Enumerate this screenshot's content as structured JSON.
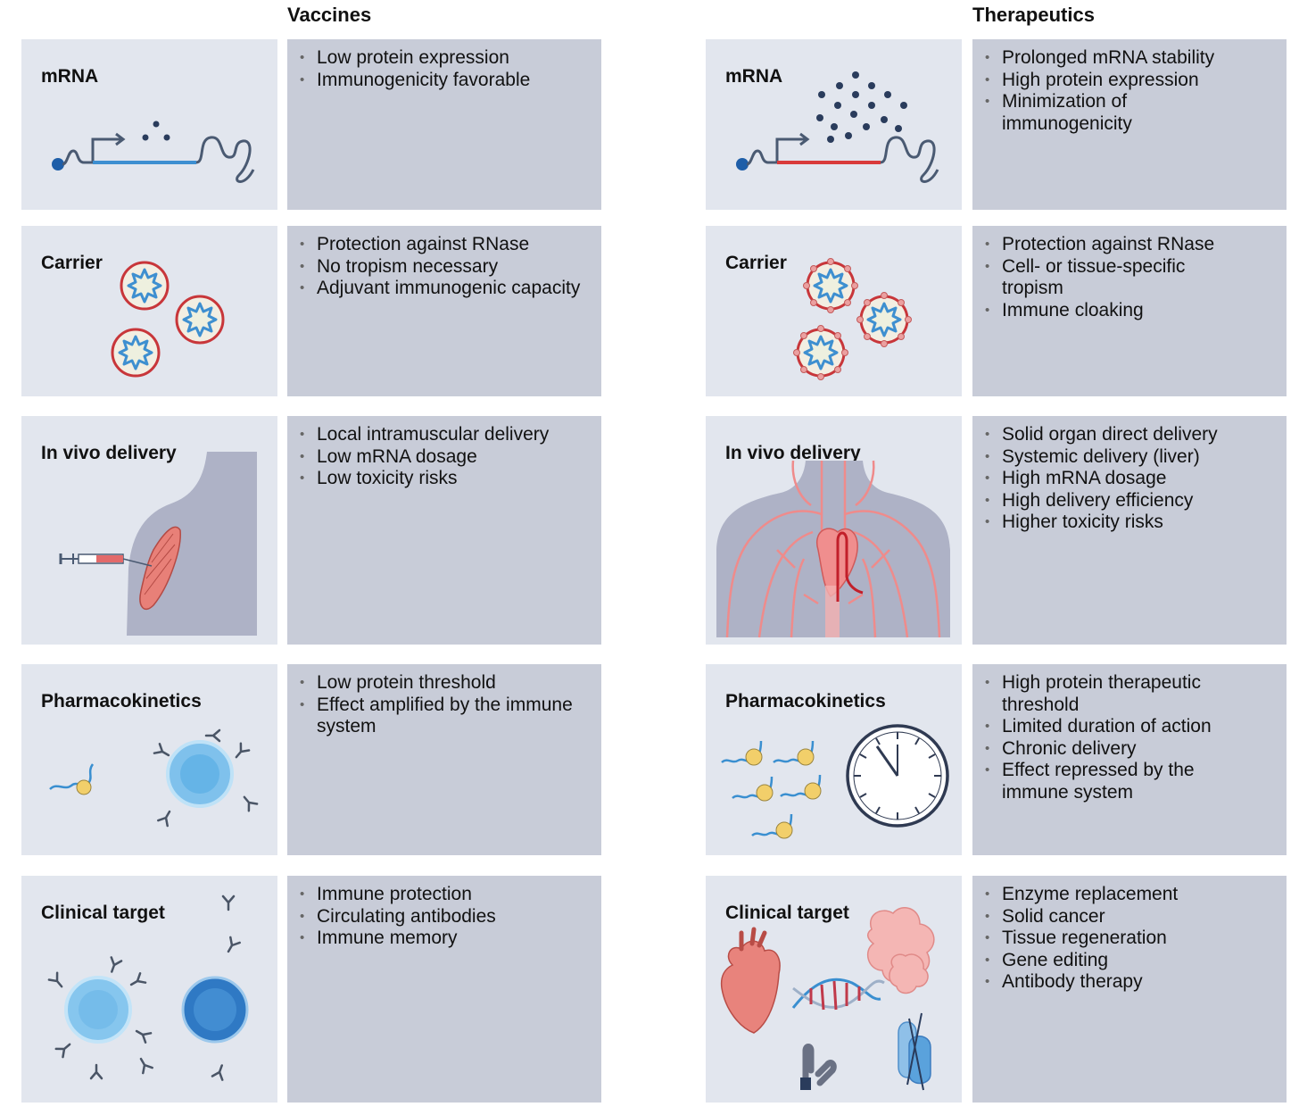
{
  "columns": [
    {
      "title": "Vaccines",
      "rows": [
        {
          "label": "mRNA",
          "bullets": [
            "Low protein expression",
            "Immunogenicity favorable"
          ]
        },
        {
          "label": "Carrier",
          "bullets": [
            "Protection against RNase",
            "No tropism necessary",
            "Adjuvant immunogenic capacity"
          ]
        },
        {
          "label": "In vivo delivery",
          "bullets": [
            "Local intramuscular delivery",
            "Low mRNA dosage",
            "Low toxicity risks"
          ]
        },
        {
          "label": "Pharmacokinetics",
          "bullets": [
            "Low protein threshold",
            "Effect amplified by the immune system"
          ]
        },
        {
          "label": "Clinical target",
          "bullets": [
            "Immune protection",
            "Circulating antibodies",
            "Immune memory"
          ]
        }
      ]
    },
    {
      "title": "Therapeutics",
      "rows": [
        {
          "label": "mRNA",
          "bullets": [
            "Prolonged mRNA stability",
            "High protein expression",
            "Minimization of immunogenicity"
          ]
        },
        {
          "label": "Carrier",
          "bullets": [
            "Protection against RNase",
            "Cell- or tissue-specific tropism",
            "Immune cloaking"
          ]
        },
        {
          "label": "In vivo delivery",
          "bullets": [
            "Solid organ direct delivery",
            "Systemic delivery (liver)",
            "High mRNA dosage",
            "High delivery efficiency",
            "Higher toxicity risks"
          ]
        },
        {
          "label": "Pharmacokinetics",
          "bullets": [
            "High protein therapeutic threshold",
            "Limited duration of action",
            "Chronic delivery",
            "Effect repressed by the immune system"
          ]
        },
        {
          "label": "Clinical target",
          "bullets": [
            "Enzyme replacement",
            "Solid cancer",
            "Tissue regeneration",
            "Gene editing",
            "Antibody therapy"
          ]
        }
      ]
    }
  ],
  "colors": {
    "image_panel": "#e2e6ee",
    "text_panel": "#c8ccd8",
    "vaccine_mrna": "#3d8fd1",
    "therapeutic_mrna": "#d93a3a",
    "carrier_ring": "#c8363a",
    "nanoparticle_core": "#3e8fd0",
    "body_silhouette": "#aeb2c6",
    "vessels": "#ef8b8b"
  },
  "icons": {
    "vaccines": [
      "mrna-strand-icon",
      "lipid-nanoparticle-icon",
      "syringe-shoulder-icon",
      "immune-cell-antibodies-icon",
      "b-cells-antibodies-icon"
    ],
    "therapeutics": [
      "mrna-strand-icon",
      "targeted-nanoparticle-icon",
      "circulatory-system-icon",
      "clock-icon",
      "heart-dna-cancer-icons"
    ]
  }
}
